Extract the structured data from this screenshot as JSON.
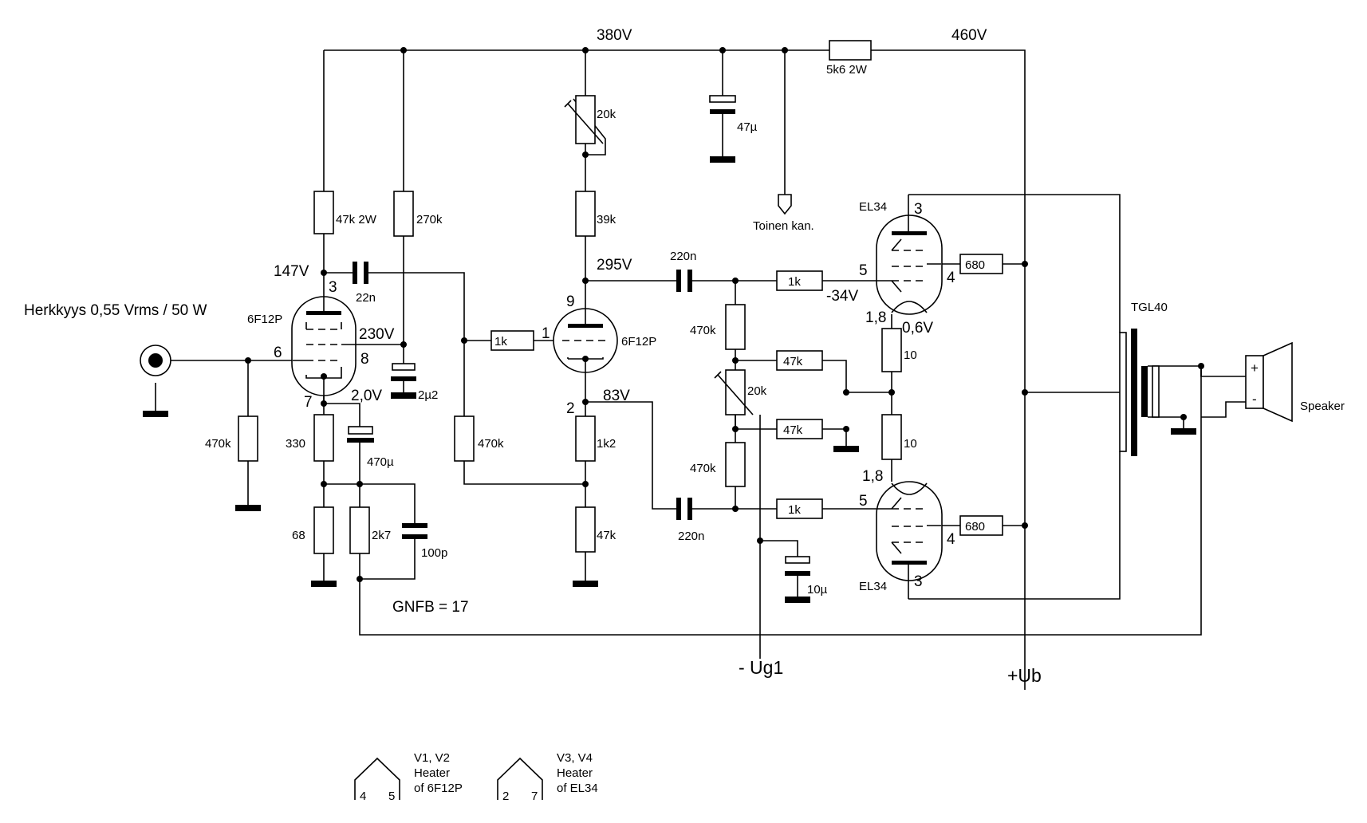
{
  "voltages": {
    "v380": "380V",
    "v460": "460V",
    "v295": "295V",
    "v147": "147V",
    "v230": "230V",
    "v2_0": "2,0V",
    "v83": "83V",
    "vm34": "-34V",
    "v0_6": "0,6V"
  },
  "resistors": {
    "r_5k6": "5k6 2W",
    "r_20k_top": "20k",
    "r_39k": "39k",
    "r_47k2w": "47k 2W",
    "r_270k": "270k",
    "r_470k_in": "470k",
    "r_330": "330",
    "r_68": "68",
    "r_2k7": "2k7",
    "r_470k_mid": "470k",
    "r_1k_grid": "1k",
    "r_1k2": "1k2",
    "r_47k_cath": "47k",
    "r_470k_a": "470k",
    "r_470k_b": "470k",
    "r_20k_bias": "20k",
    "r_47k_a": "47k",
    "r_47k_b": "47k",
    "r_1k_up": "1k",
    "r_1k_low": "1k",
    "r_680_up": "680",
    "r_680_low": "680",
    "r_10_a": "10",
    "r_10_b": "10"
  },
  "capacitors": {
    "c_47u": "47µ",
    "c_22n": "22n",
    "c_2u2": "2µ2",
    "c_470u": "470µ",
    "c_100p": "100p",
    "c_220n_top": "220n",
    "c_220n_bot": "220n",
    "c_10u": "10µ"
  },
  "tubes": {
    "v1": "6F12P",
    "v2": "6F12P",
    "v3": "EL34",
    "v4": "EL34"
  },
  "pins": {
    "v1_p3": "3",
    "v1_p6": "6",
    "v1_p8": "8",
    "v1_p7": "7",
    "v2_p9": "9",
    "v2_p1": "1",
    "v2_p2": "2",
    "v3_p3": "3",
    "v3_p5": "5",
    "v3_p4": "4",
    "v3_p18": "1,8",
    "v4_p18": "1,8",
    "v4_p5": "5",
    "v4_p4": "4",
    "v4_p3": "3"
  },
  "labels": {
    "sensitivity": "Herkkyys 0,55 Vrms / 50 W",
    "other_channel": "Toinen kan.",
    "transformer": "TGL40",
    "speaker": "Speaker",
    "gnfb": "GNFB = 17",
    "neg_ug1": "- Ug1",
    "pos_ub": "+Ub",
    "plus": "+",
    "minus": "-"
  },
  "heaters": [
    {
      "title_1": "V1, V2",
      "title_2": "Heater",
      "title_3": "of 6F12P",
      "pin_a": "4",
      "pin_b": "5"
    },
    {
      "title_1": "V3, V4",
      "title_2": "Heater",
      "title_3": "of EL34",
      "pin_a": "2",
      "pin_b": "7"
    }
  ]
}
